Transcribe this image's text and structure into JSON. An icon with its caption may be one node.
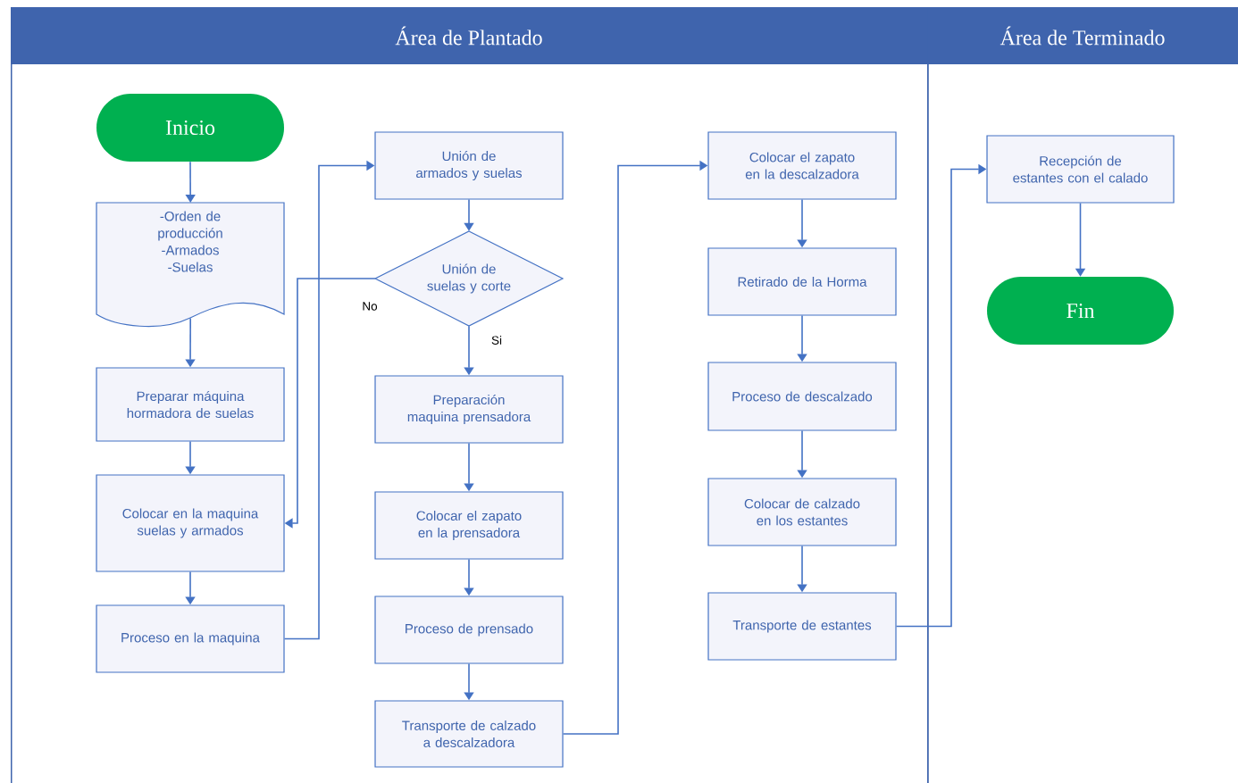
{
  "diagram": {
    "nodes": [
      {
        "text": [
          "Área de Plantado"
        ]
      },
      {
        "text": [
          "Área de Terminado"
        ]
      },
      {
        "text": [
          "Inicio"
        ],
        "in": 0
      },
      {
        "text": [
          "-Orden de producción -Armados -Suelas"
        ],
        "in": 0
      },
      {
        "text": [
          "Preparar máquina hormadora de suelas"
        ],
        "in": 0
      },
      {
        "text": [
          "Colocar en la maquina suelas y armados"
        ],
        "in": 0
      },
      {
        "text": [
          "Proceso en la maquina"
        ],
        "in": 0
      },
      {
        "text": [
          "Unión de armados y suelas"
        ],
        "in": 0
      },
      {
        "text": [
          "Unión de suelas y corte"
        ],
        "in": 0
      },
      {
        "text": [
          "Preparación maquina prensadora"
        ],
        "in": 0
      },
      {
        "text": [
          "Colocar el zapato en la prensadora"
        ],
        "in": 0
      },
      {
        "text": [
          "Proceso de prensado"
        ],
        "in": 0
      },
      {
        "text": [
          "Transporte de calzado a descalzadora"
        ],
        "in": 0
      },
      {
        "text": [
          "Colocar el zapato en la descalzadora"
        ],
        "in": 0
      },
      {
        "text": [
          "Retirado de la Horma"
        ],
        "in": 0
      },
      {
        "text": [
          "Proceso de descalzado"
        ],
        "in": 0
      },
      {
        "text": [
          "Colocar de calzado en los estantes"
        ],
        "in": 0
      },
      {
        "text": [
          "Transporte de estantes"
        ],
        "in": 0
      },
      {
        "text": [
          "Recepción de estantes con el calado"
        ],
        "in": 1
      },
      {
        "text": [
          "Fin"
        ],
        "in": 1
      }
    ],
    "edges": [
      {
        "from": 2,
        "to": 3,
        "arrow": "to"
      },
      {
        "from": 3,
        "to": 4,
        "arrow": "to"
      },
      {
        "from": 4,
        "to": 5,
        "arrow": "to"
      },
      {
        "from": 5,
        "to": 6,
        "arrow": "to"
      },
      {
        "from": 6,
        "to": 7,
        "arrow": "to"
      },
      {
        "from": 7,
        "to": 8,
        "arrow": "to"
      },
      {
        "from": 8,
        "to": 9,
        "arrow": "to",
        "label": "Si"
      },
      {
        "from": 8,
        "to": 5,
        "arrow": "to",
        "label": "No"
      },
      {
        "from": 9,
        "to": 10,
        "arrow": "to"
      },
      {
        "from": 10,
        "to": 11,
        "arrow": "to"
      },
      {
        "from": 11,
        "to": 12,
        "arrow": "to"
      },
      {
        "from": 12,
        "to": 13,
        "arrow": "to"
      },
      {
        "from": 13,
        "to": 14,
        "arrow": "to"
      },
      {
        "from": 14,
        "to": 15,
        "arrow": "to"
      },
      {
        "from": 15,
        "to": 16,
        "arrow": "to"
      },
      {
        "from": 16,
        "to": 17,
        "arrow": "to"
      },
      {
        "from": 17,
        "to": 18,
        "arrow": "to"
      },
      {
        "from": 18,
        "to": 19,
        "arrow": "to"
      }
    ]
  }
}
